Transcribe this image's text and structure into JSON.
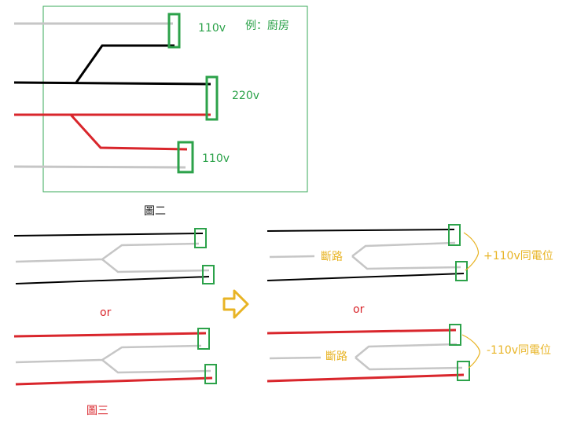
{
  "colors": {
    "gray_wire": "#c6c6c6",
    "black_wire": "#000000",
    "red_wire": "#d9262c",
    "green_box": "#2ca24a",
    "frame": "#3aa85a",
    "yellow": "#e8b425"
  },
  "figure2": {
    "label_110_top": "110v",
    "example": "例：廚房",
    "label_220": "220v",
    "label_110_bottom": "110v",
    "caption": "圖二"
  },
  "figure3": {
    "or_label": "or",
    "caption": "圖三"
  },
  "result": {
    "break_top": "斷路",
    "plus_label": "+110v同電位",
    "or_label": "or",
    "break_bottom": "斷路",
    "minus_label": "-110v同電位"
  }
}
